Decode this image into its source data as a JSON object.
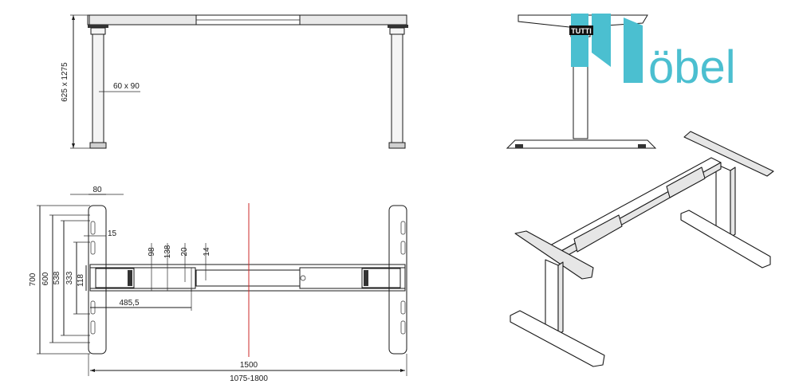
{
  "front_view": {
    "height_label": "625 x 1275",
    "leg_label": "60 x 90"
  },
  "top_view": {
    "dims": {
      "d80": "80",
      "d15": "15",
      "d700": "700",
      "d600": "600",
      "d538": "538",
      "d333": "333",
      "d118": "118",
      "d98": "98",
      "d138": "138",
      "d20": "20",
      "d14": "14",
      "d4855": "485,5",
      "d1500": "1500",
      "d1075": "1075-1800"
    }
  },
  "brand": {
    "badge": "TUTTI",
    "word": "öbel",
    "color": "#4bbfd0"
  }
}
